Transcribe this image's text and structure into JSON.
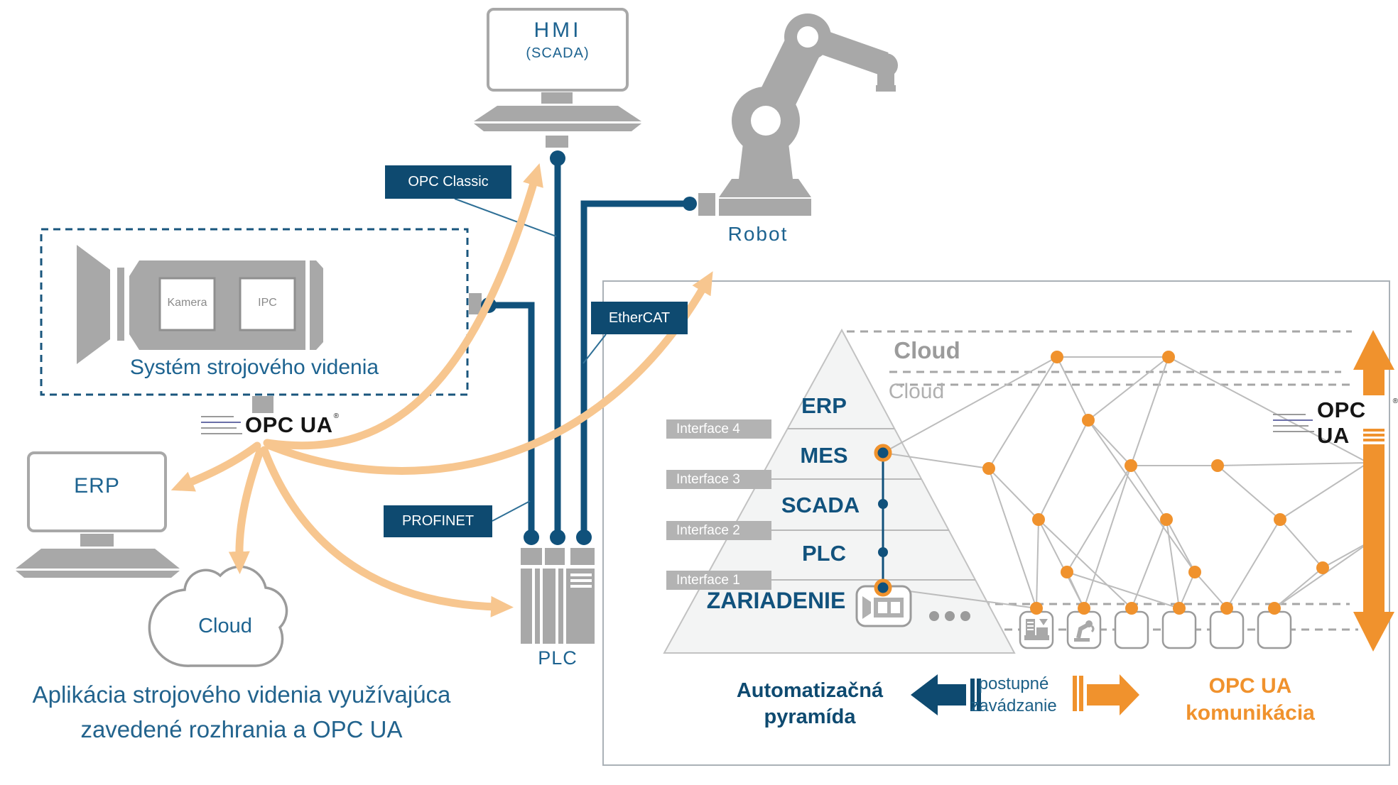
{
  "left_diagram": {
    "hmi_title": "HMI",
    "hmi_subtitle": "(SCADA)",
    "robot_label": "Robot",
    "vision_system": {
      "camera_label": "Kamera",
      "ipc_label": "IPC",
      "caption": "Systém strojového videnia"
    },
    "erp_label": "ERP",
    "cloud_label": "Cloud",
    "plc_label": "PLC",
    "protocols": {
      "opc_classic": "OPC Classic",
      "ethercat": "EtherCAT",
      "profinet": "PROFINET"
    },
    "opcua_logo": "OPC UA",
    "opcua_reg": "®",
    "caption_line1": "Aplikácia strojového videnia využívajúca",
    "caption_line2": "zavedené rozhrania a OPC UA"
  },
  "panel": {
    "pyramid": {
      "levels": [
        "ERP",
        "MES",
        "SCADA",
        "PLC",
        "ZARIADENIE"
      ],
      "interfaces": [
        "Interface 4",
        "Interface 3",
        "Interface 2",
        "Interface 1"
      ]
    },
    "cloud_bold": "Cloud",
    "cloud_light": "Cloud",
    "opcua_logo": "OPC UA",
    "opcua_reg": "®",
    "legend": {
      "automation_line1": "Automatizačná",
      "automation_line2": "pyramída",
      "transition_line1": "postupné",
      "transition_line2": "zavádzanie",
      "opcua_line1": "OPC UA",
      "opcua_line2": "komunikácia"
    }
  },
  "colors": {
    "dark_navy": "#0e4a70",
    "line_blue": "#10517b",
    "text_blue": "#1d6390",
    "device_gray": "#a8a8a8",
    "mesh_gray": "#bcbcbc",
    "orange": "#f0922d",
    "fan_orange": "#f7c68f",
    "pyramid_fill": "#f3f4f4"
  }
}
